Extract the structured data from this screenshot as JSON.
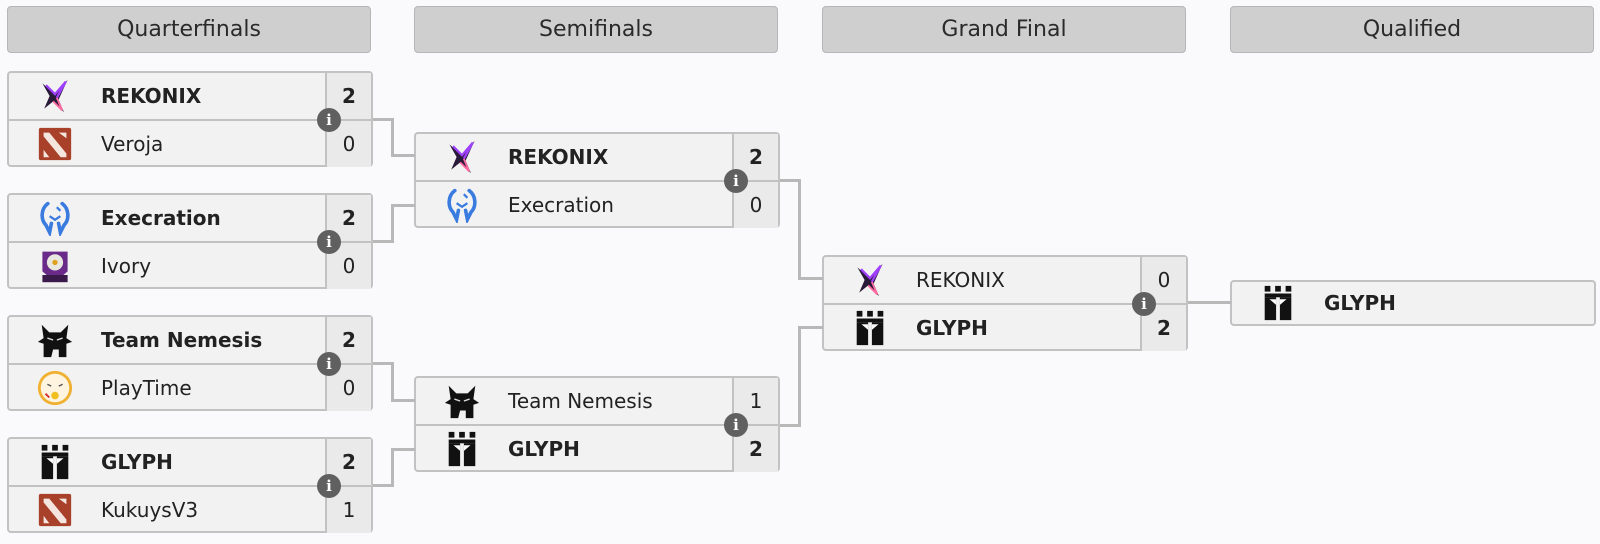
{
  "rounds": [
    {
      "label": "Quarterfinals"
    },
    {
      "label": "Semifinals"
    },
    {
      "label": "Grand Final"
    },
    {
      "label": "Qualified"
    }
  ],
  "matches": {
    "qf1": {
      "team1": {
        "name": "REKONIX",
        "score": "2",
        "logo": "rekonix-logo"
      },
      "team2": {
        "name": "Veroja",
        "score": "0",
        "logo": "dota2-logo"
      }
    },
    "qf2": {
      "team1": {
        "name": "Execration",
        "score": "2",
        "logo": "execration-logo"
      },
      "team2": {
        "name": "Ivory",
        "score": "0",
        "logo": "ivory-logo"
      }
    },
    "qf3": {
      "team1": {
        "name": "Team Nemesis",
        "score": "2",
        "logo": "nemesis-logo"
      },
      "team2": {
        "name": "PlayTime",
        "score": "0",
        "logo": "playtime-logo"
      }
    },
    "qf4": {
      "team1": {
        "name": "GLYPH",
        "score": "2",
        "logo": "glyph-logo"
      },
      "team2": {
        "name": "KukuysV3",
        "score": "1",
        "logo": "dota2-logo"
      }
    },
    "sf1": {
      "team1": {
        "name": "REKONIX",
        "score": "2",
        "logo": "rekonix-logo"
      },
      "team2": {
        "name": "Execration",
        "score": "0",
        "logo": "execration-logo"
      }
    },
    "sf2": {
      "team1": {
        "name": "Team Nemesis",
        "score": "1",
        "logo": "nemesis-logo"
      },
      "team2": {
        "name": "GLYPH",
        "score": "2",
        "logo": "glyph-logo"
      }
    },
    "gf": {
      "team1": {
        "name": "REKONIX",
        "score": "0",
        "logo": "rekonix-logo"
      },
      "team2": {
        "name": "GLYPH",
        "score": "2",
        "logo": "glyph-logo"
      }
    }
  },
  "qualified": {
    "name": "GLYPH",
    "logo": "glyph-logo"
  },
  "info_icon": "i",
  "colors": {
    "header_bg": "#cfcfcf",
    "box_bg": "#f2f2f2",
    "border": "#c2c2c2",
    "connector": "#b8b8b8",
    "info_icon": "#606060"
  }
}
